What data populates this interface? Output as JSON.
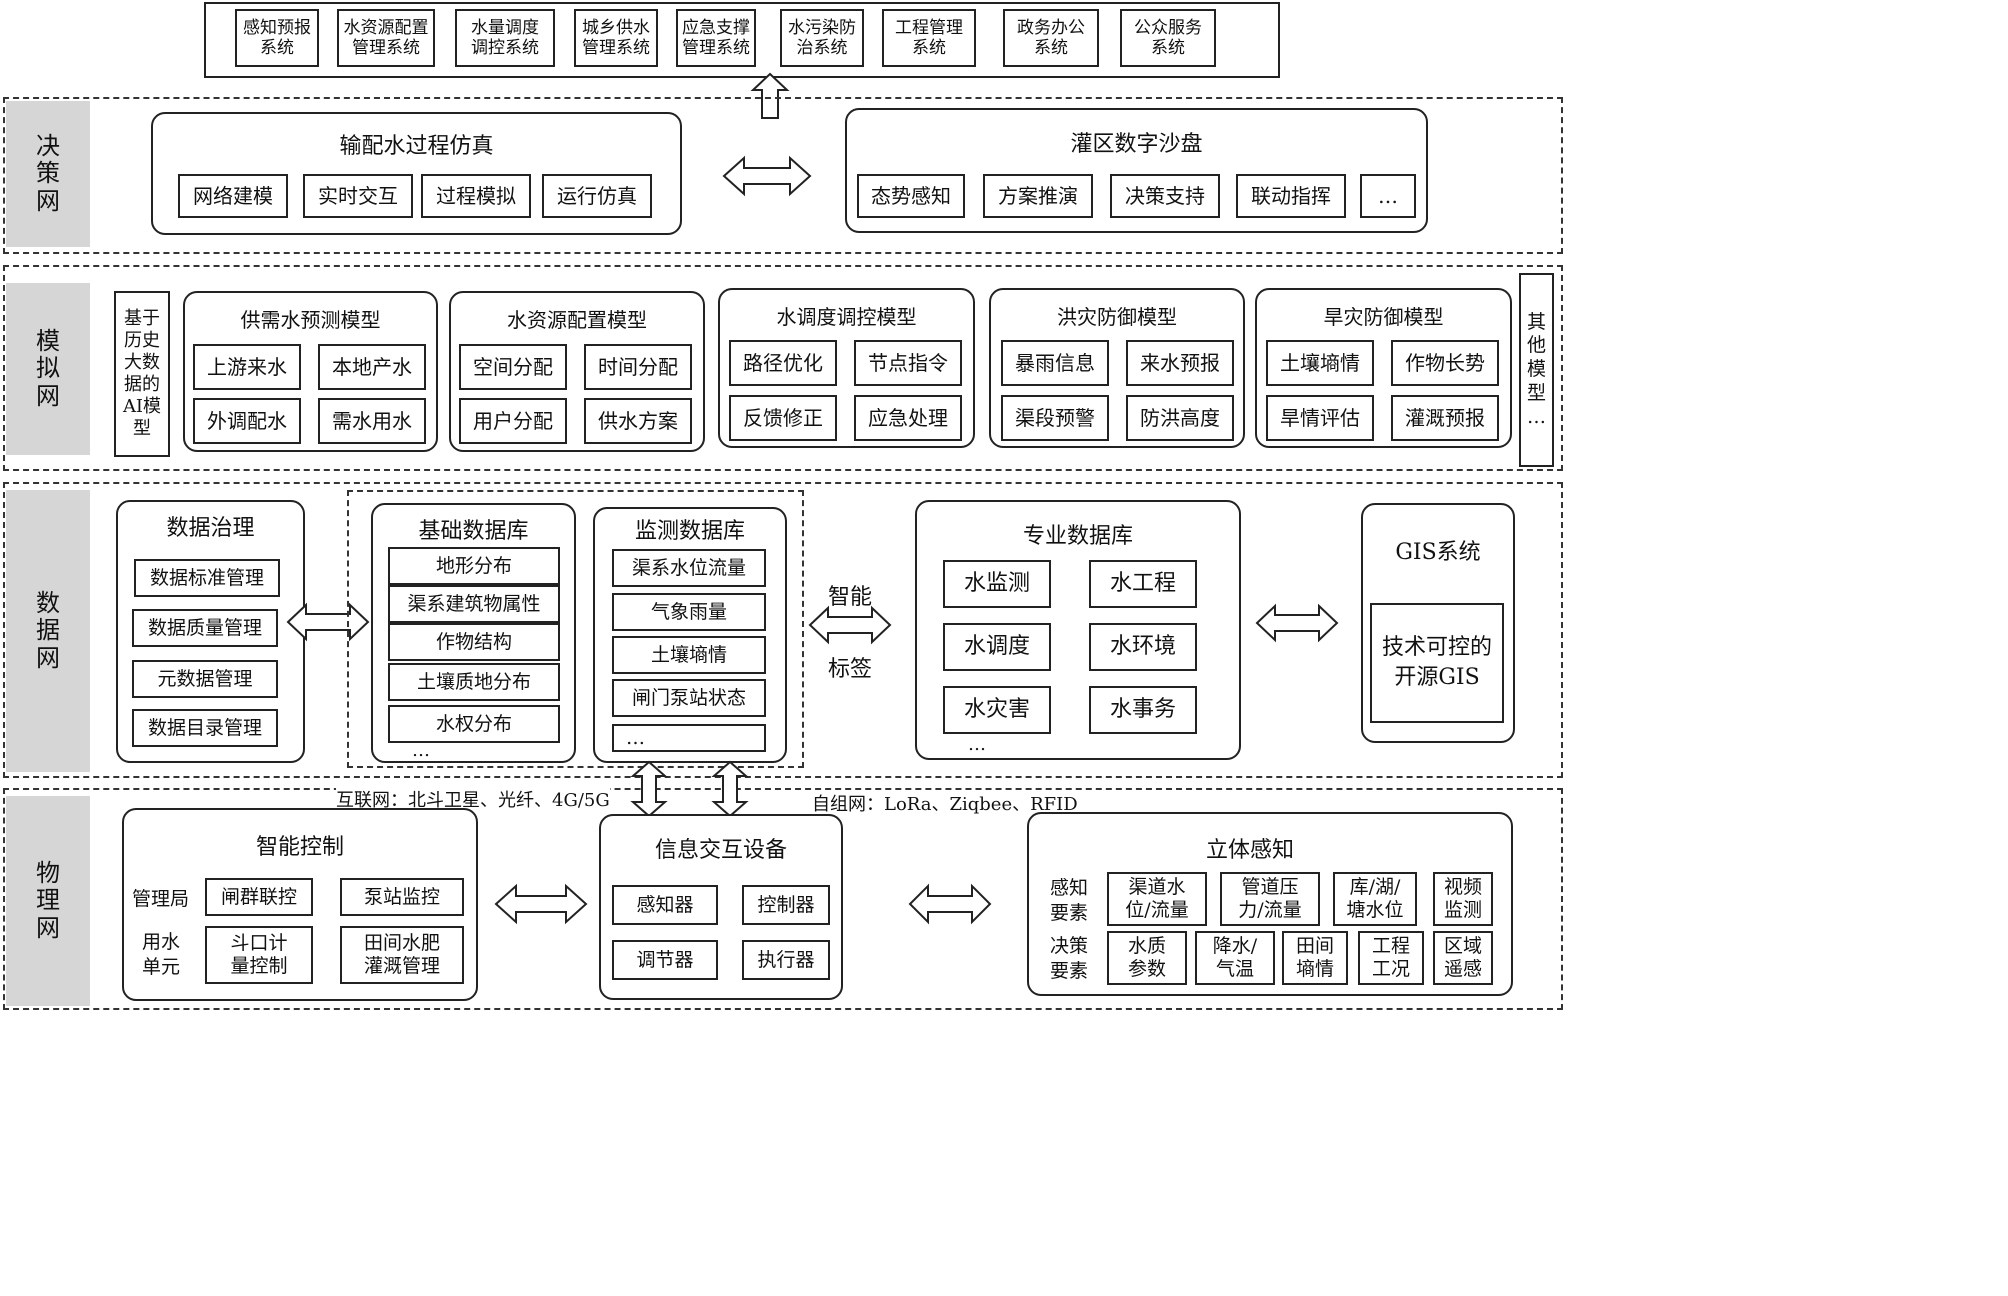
{
  "top_systems": [
    "感知预报\n系统",
    "水资源配置\n管理系统",
    "水量调度\n调控系统",
    "城乡供水\n管理系统",
    "应急支撑\n管理系统",
    "水污染防\n治系统",
    "工程管理\n系统",
    "政务办公\n系统",
    "公众服务\n系统"
  ],
  "layers": {
    "decision": "决\n策\n网",
    "simulation": "模\n拟\n网",
    "data": "数\n据\n网",
    "physical": "物\n理\n网"
  },
  "decision": {
    "sim_title": "输配水过程仿真",
    "sim_items": [
      "网络建模",
      "实时交互",
      "过程模拟",
      "运行仿真"
    ],
    "sand_title": "灌区数字沙盘",
    "sand_items": [
      "态势感知",
      "方案推演",
      "决策支持",
      "联动指挥",
      "…"
    ]
  },
  "simulation": {
    "ai_model": "基于\n历史\n大数\n据的\nAI模\n型",
    "models": [
      {
        "title": "供需水预测模型",
        "items": [
          "上游来水",
          "本地产水",
          "外调配水",
          "需水用水"
        ]
      },
      {
        "title": "水资源配置模型",
        "items": [
          "空间分配",
          "时间分配",
          "用户分配",
          "供水方案"
        ]
      },
      {
        "title": "水调度调控模型",
        "items": [
          "路径优化",
          "节点指令",
          "反馈修正",
          "应急处理"
        ]
      },
      {
        "title": "洪灾防御模型",
        "items": [
          "暴雨信息",
          "来水预报",
          "渠段预警",
          "防洪高度"
        ]
      },
      {
        "title": "旱灾防御模型",
        "items": [
          "土壤墒情",
          "作物长势",
          "旱情评估",
          "灌溉预报"
        ]
      }
    ],
    "other": "其\n他\n模\n型\n…"
  },
  "data": {
    "governance_title": "数据治理",
    "governance_items": [
      "数据标准管理",
      "数据质量管理",
      "元数据管理",
      "数据目录管理"
    ],
    "base_title": "基础数据库",
    "base_items": [
      "地形分布",
      "渠系建筑物属性",
      "作物结构",
      "土壤质地分布",
      "水权分布"
    ],
    "base_more": "…",
    "monitor_title": "监测数据库",
    "monitor_items": [
      "渠系水位流量",
      "气象雨量",
      "土壤墒情",
      "闸门泵站状态",
      "…"
    ],
    "smart_tag_top": "智能",
    "smart_tag_bottom": "标签",
    "pro_title": "专业数据库",
    "pro_items": [
      "水监测",
      "水工程",
      "水调度",
      "水环境",
      "水灾害",
      "水事务"
    ],
    "pro_more": "…",
    "gis_title": "GIS系统",
    "gis_body": "技术可控的\n开源GIS"
  },
  "physical": {
    "internet_label": "互联网：北斗卫星、光纤、4G/5G",
    "adhoc_label": "自组网：LoRa、Ziqbee、RFID",
    "control_title": "智能控制",
    "control_rows": [
      {
        "label": "管理局",
        "items": [
          "闸群联控",
          "泵站监控"
        ]
      },
      {
        "label": "用水\n单元",
        "items": [
          "斗口计\n量控制",
          "田间水肥\n灌溉管理"
        ]
      }
    ],
    "info_title": "信息交互设备",
    "info_items": [
      "感知器",
      "控制器",
      "调节器",
      "执行器"
    ],
    "sense_title": "立体感知",
    "sense_row1_label": "感知\n要素",
    "sense_row1": [
      "渠道水\n位/流量",
      "管道压\n力/流量",
      "库/湖/\n塘水位",
      "视频\n监测"
    ],
    "sense_row2_label": "决策\n要素",
    "sense_row2": [
      "水质\n参数",
      "降水/\n气温",
      "田间\n墒情",
      "工程\n工况",
      "区域\n遥感"
    ]
  }
}
